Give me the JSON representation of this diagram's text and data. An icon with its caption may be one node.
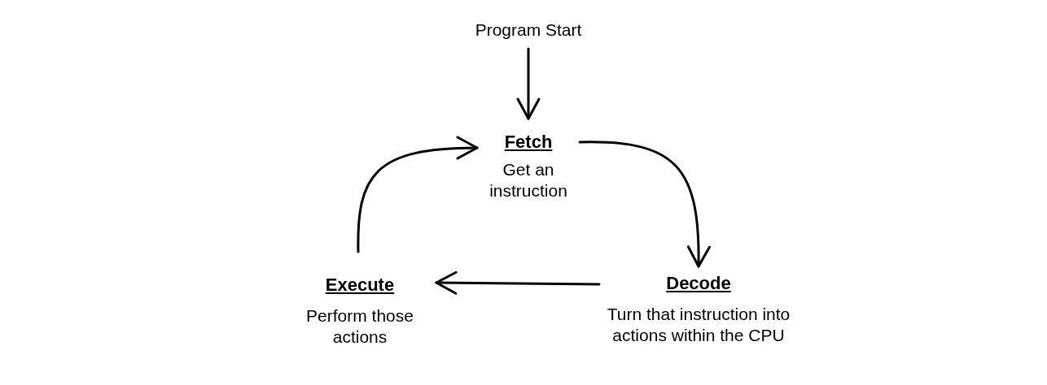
{
  "diagram": {
    "nodes": [
      {
        "text": [
          "Program Start"
        ]
      },
      {
        "text": [
          "Fetch",
          "Get an instruction"
        ]
      },
      {
        "text": [
          "Decode",
          "Turn that instruction into actions within the CPU"
        ]
      },
      {
        "text": [
          "Execute",
          "Perform those actions"
        ]
      }
    ],
    "edges": [
      {
        "from": 0,
        "to": 1,
        "arrow": "to"
      },
      {
        "from": 1,
        "to": 2,
        "arrow": "to"
      },
      {
        "from": 2,
        "to": 3,
        "arrow": "to"
      },
      {
        "from": 3,
        "to": 1,
        "arrow": "to"
      }
    ]
  }
}
